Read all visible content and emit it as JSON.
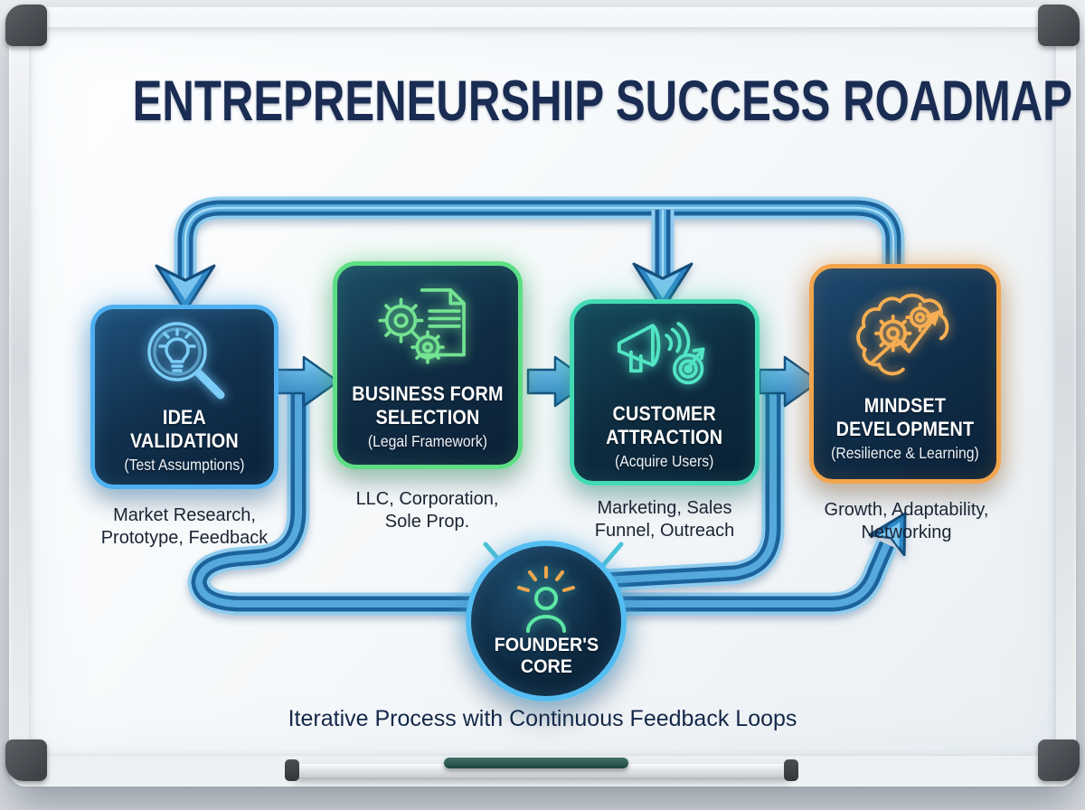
{
  "board": {
    "title": "ENTREPRENEURSHIP SUCCESS ROADMAP",
    "caption": "Iterative Process with Continuous Feedback Loops"
  },
  "stages": [
    {
      "name": "idea-validation",
      "title_line1": "IDEA",
      "title_line2": "VALIDATION",
      "subtitle": "(Test Assumptions)",
      "note_line1": "Market Research,",
      "note_line2": "Prototype, Feedback",
      "accent": "#4fb0f0",
      "icon": "magnifier-lightbulb-icon"
    },
    {
      "name": "business-form-selection",
      "title_line1": "BUSINESS FORM",
      "title_line2": "SELECTION",
      "subtitle": "(Legal Framework)",
      "note_line1": "LLC, Corporation,",
      "note_line2": "Sole Prop.",
      "accent": "#5ede84",
      "icon": "gears-document-icon"
    },
    {
      "name": "customer-attraction",
      "title_line1": "CUSTOMER",
      "title_line2": "ATTRACTION",
      "subtitle": "(Acquire Users)",
      "note_line1": "Marketing, Sales",
      "note_line2": "Funnel, Outreach",
      "accent": "#43dbb4",
      "icon": "megaphone-target-icon"
    },
    {
      "name": "mindset-development",
      "title_line1": "MINDSET",
      "title_line2": "DEVELOPMENT",
      "subtitle": "(Resilience & Learning)",
      "note_line1": "Growth, Adaptability,",
      "note_line2": "Networking",
      "accent": "#f2a54d",
      "icon": "brain-gears-arrow-icon"
    }
  ],
  "center_node": {
    "title_line1": "FOUNDER'S",
    "title_line2": "CORE",
    "icon": "person-inspiration-icon",
    "accent": "#54bdf2"
  },
  "connectors": {
    "flow_color": "#2f88c8",
    "loop_color": "#1d639c",
    "spoke_color": "#4cc3d8"
  }
}
